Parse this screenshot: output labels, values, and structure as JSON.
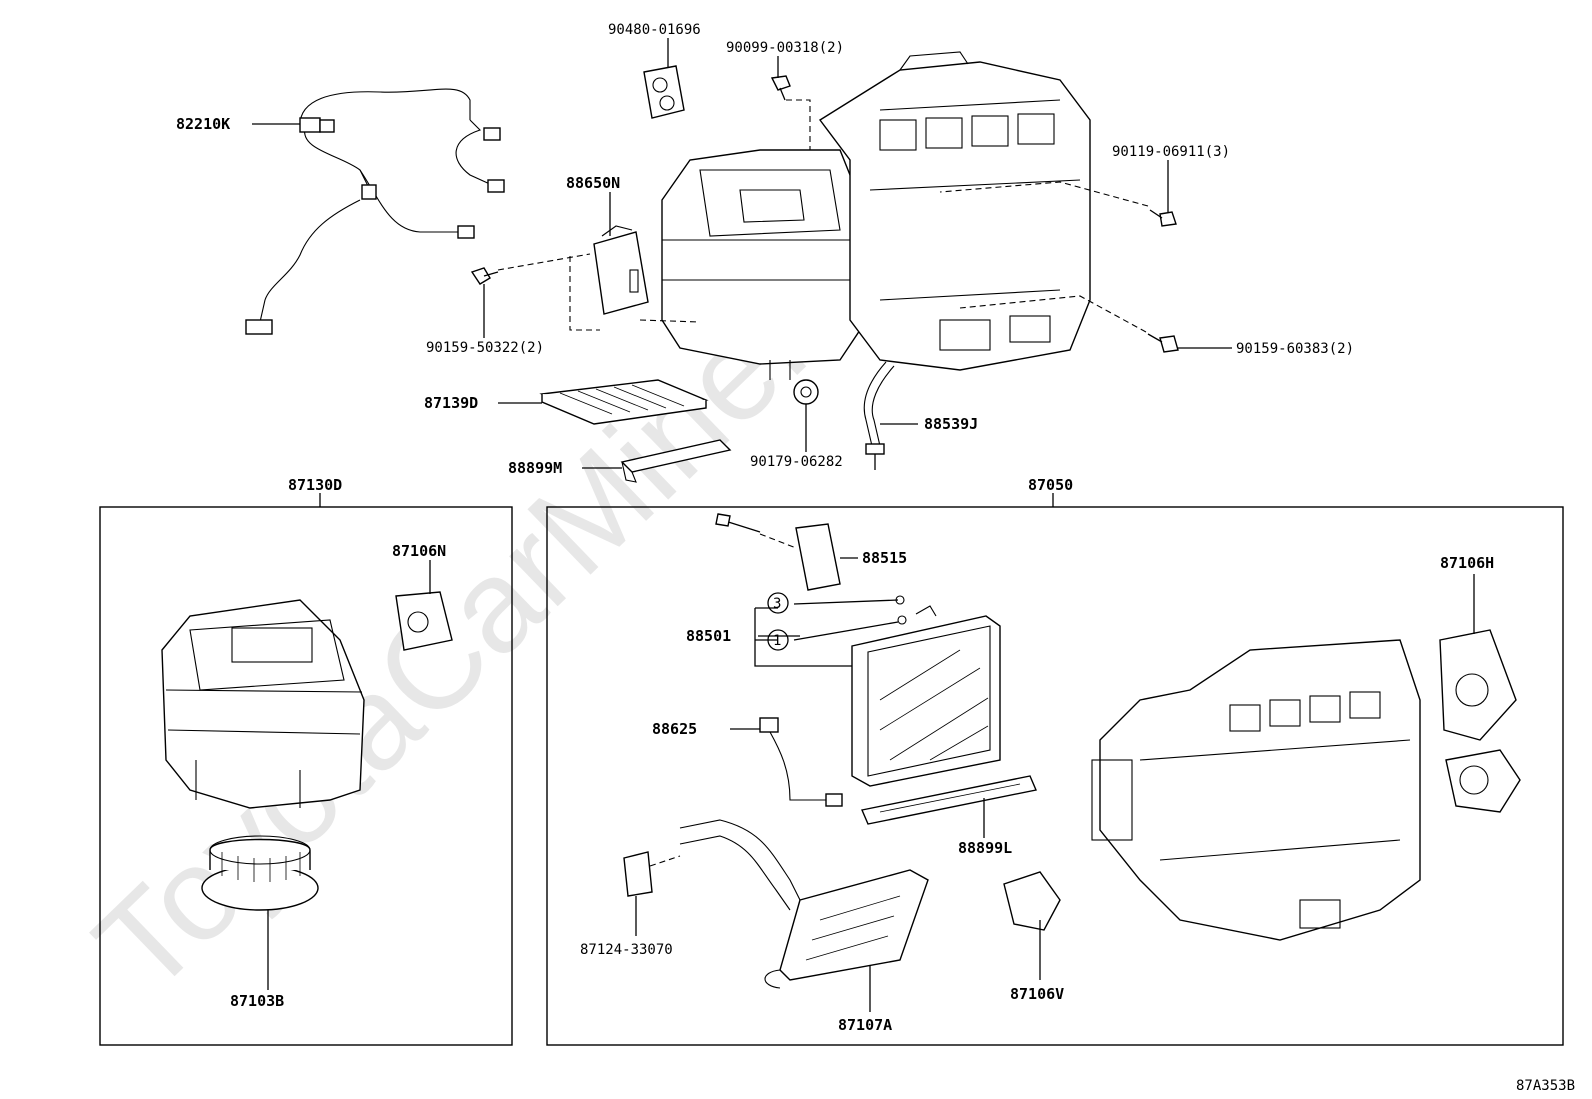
{
  "watermark": "ToyotaCarMine.ru",
  "diagram_code": "87A353B",
  "groups": {
    "left": "87130D",
    "right": "87050"
  },
  "labels": {
    "p82210K": "82210K",
    "p90480": "90480-01696",
    "p90099": "90099-00318(2)",
    "p88650N": "88650N",
    "p90119": "90119-06911(3)",
    "p90159a": "90159-50322(2)",
    "p90159b": "90159-60383(2)",
    "p87139D": "87139D",
    "p88539J": "88539J",
    "p90179": "90179-06282",
    "p88899M": "88899M",
    "p87106N": "87106N",
    "p87103B": "87103B",
    "p88515": "88515",
    "p88501": "88501",
    "p88625": "88625",
    "p88899L": "88899L",
    "p87124": "87124-33070",
    "p87107A": "87107A",
    "p87106V": "87106V",
    "p87106H": "87106H",
    "circle3": "3",
    "circle1": "1"
  }
}
